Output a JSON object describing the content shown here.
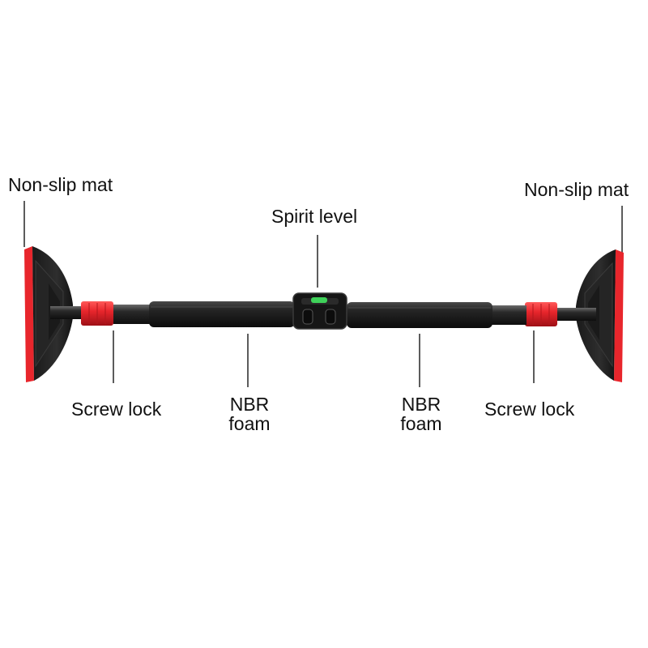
{
  "labels": {
    "non_slip_mat_left": "Non-slip mat",
    "non_slip_mat_right": "Non-slip mat",
    "spirit_level": "Spirit level",
    "screw_lock_left": "Screw lock",
    "screw_lock_right": "Screw lock",
    "nbr_foam_left_line1": "NBR",
    "nbr_foam_left_line2": "foam",
    "nbr_foam_right_line1": "NBR",
    "nbr_foam_right_line2": "foam"
  },
  "colors": {
    "accent_red": "#e8262c",
    "bar_black": "#1b1b1b",
    "level_green": "#3fd25a"
  }
}
